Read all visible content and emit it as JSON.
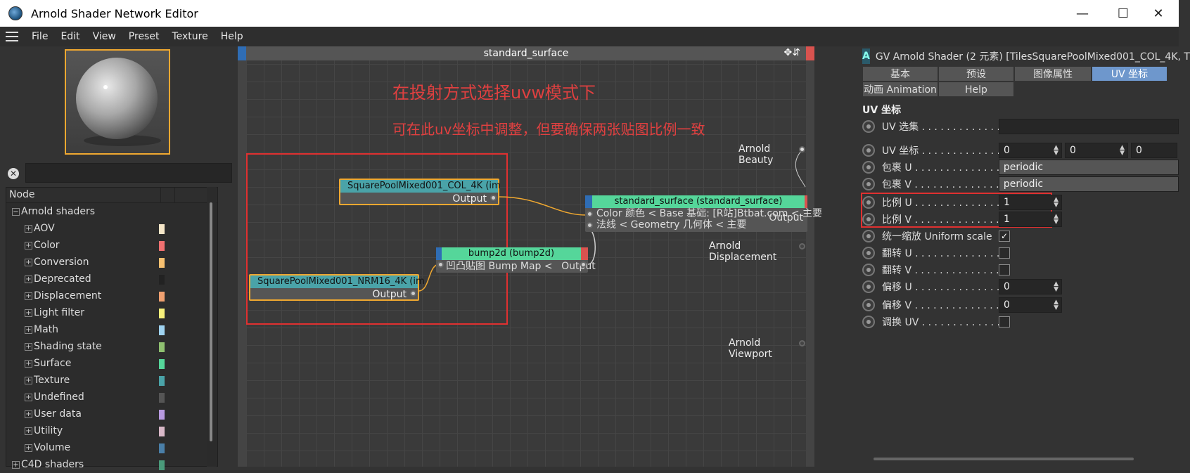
{
  "window": {
    "title": "Arnold Shader Network Editor",
    "minimize": "—",
    "maximize": "☐",
    "close": "✕"
  },
  "menu": [
    "File",
    "Edit",
    "View",
    "Preset",
    "Texture",
    "Help"
  ],
  "tree": {
    "header": "Node",
    "root": "Arnold shaders",
    "items": [
      {
        "label": "AOV",
        "color": "#f5e6c8"
      },
      {
        "label": "Color",
        "color": "#f07070"
      },
      {
        "label": "Conversion",
        "color": "#f7c070"
      },
      {
        "label": "Deprecated",
        "color": "#222222"
      },
      {
        "label": "Displacement",
        "color": "#f0a070"
      },
      {
        "label": "Light filter",
        "color": "#f7f07a"
      },
      {
        "label": "Math",
        "color": "#9fd3f0"
      },
      {
        "label": "Shading state",
        "color": "#8fc070"
      },
      {
        "label": "Surface",
        "color": "#55d69a"
      },
      {
        "label": "Texture",
        "color": "#4aa3a8"
      },
      {
        "label": "Undefined",
        "color": "#555555"
      },
      {
        "label": "User data",
        "color": "#b89ae0"
      },
      {
        "label": "Utility",
        "color": "#d8b8c8"
      },
      {
        "label": "Volume",
        "color": "#4a7fa8"
      }
    ],
    "last": {
      "label": "C4D shaders",
      "color": "#4a9a7a"
    }
  },
  "editor": {
    "header": "standard_surface",
    "annotation1": "在投射方式选择uvw模式下",
    "annotation2": "可在此uv坐标中调整，但要确保两张贴图比例一致",
    "node_col": {
      "title": "SquarePoolMixed001_COL_4K (im",
      "output": "Output"
    },
    "node_nrm": {
      "title": "SquarePoolMixed001_NRM16_4K (im",
      "output": "Output"
    },
    "node_bump": {
      "title": "bump2d (bump2d)",
      "port": "凹凸贴图 Bump Map <",
      "output": "Output"
    },
    "node_ss": {
      "title": "standard_surface (standard_surface)",
      "port1": "Color 颜色 < Base 基础: [R站]Btbat.com < 主要",
      "port2": "法线 < Geometry 几何体 < 主要",
      "output": "Output"
    },
    "out_beauty": "Arnold Beauty",
    "out_disp": "Arnold Displacement",
    "out_viewport": "Arnold Viewport"
  },
  "panel": {
    "title": "GV Arnold Shader (2 元素) [TilesSquarePoolMixed001_COL_4K, T",
    "tabs": [
      "基本",
      "预设",
      "图像属性",
      "UV 坐标",
      "动画 Animation",
      "Help"
    ],
    "section": "UV 坐标",
    "rows": {
      "uvset": "UV 选集 . . . . . . . . . . . . .",
      "uvcoord": "UV 坐标 . . . . . . . . . . . . .",
      "wrapu": "包裹 U . . . . . . . . . . . . . .",
      "wrapv": "包裹 V . . . . . . . . . . . . . .",
      "scaleu": "比例 U . . . . . . . . . . . . . .",
      "scalev": "比例 V . . . . . . . . . . . . . .",
      "uniform": "统一缩放 Uniform scale",
      "flipu": "翻转 U . . . . . . . . . . . . . .",
      "flipv": "翻转 V . . . . . . . . . . . . . .",
      "offsetu": "偏移 U . . . . . . . . . . . . . .",
      "offsetv": "偏移 V . . . . . . . . . . . . . .",
      "swapuv": "调换 UV . . . . . . . . . . . . ."
    },
    "values": {
      "uv0": "0",
      "uv1": "0",
      "uv2": "0",
      "wrapu": "periodic",
      "wrapv": "periodic",
      "scaleu": "1",
      "scalev": "1",
      "offsetu": "0",
      "offsetv": "0",
      "uniform_checked": "✓"
    }
  }
}
